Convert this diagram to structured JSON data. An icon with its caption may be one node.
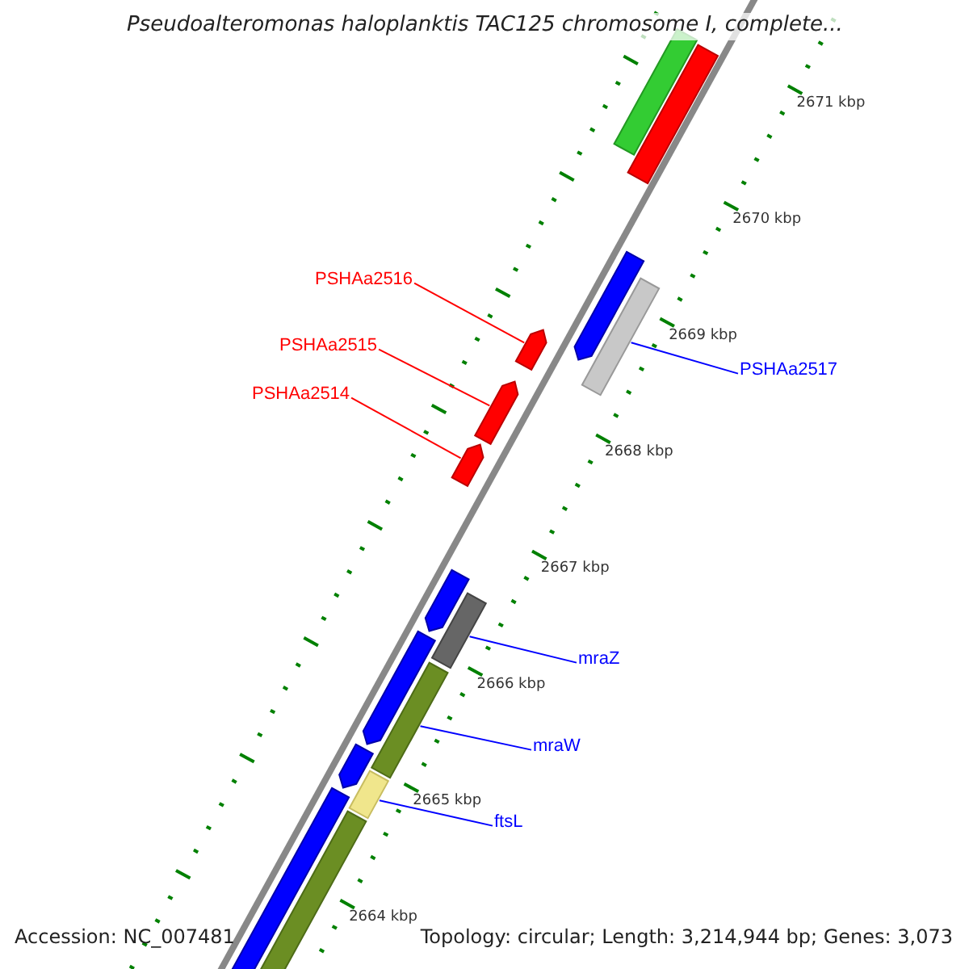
{
  "diagram": {
    "title": "Pseudoalteromonas haloplanktis TAC125 chromosome I, complete...",
    "nodes": [
      {
        "text": [
          "PSHAa2516"
        ]
      },
      {
        "text": [
          "PSHAa2515"
        ]
      },
      {
        "text": [
          "PSHAa2517"
        ]
      },
      {
        "text": [
          "PSHAa2514"
        ]
      },
      {
        "text": [
          "mraZ"
        ]
      },
      {
        "text": [
          "mraW"
        ]
      },
      {
        "text": [
          "ftsL"
        ]
      },
      {
        "text": [],
        "shape": "bar"
      },
      {
        "text": [],
        "shape": "bar"
      },
      {
        "text": [],
        "shape": "pentagon"
      },
      {
        "text": [],
        "shape": "bar"
      },
      {
        "text": [],
        "shape": "pentagon"
      },
      {
        "text": [],
        "shape": "pentagon"
      },
      {
        "text": [],
        "shape": "pentagon"
      },
      {
        "text": [],
        "shape": "pentagon"
      },
      {
        "text": [],
        "shape": "bar"
      },
      {
        "text": [],
        "shape": "pentagon"
      },
      {
        "text": [],
        "shape": "bar"
      },
      {
        "text": [],
        "shape": "pentagon"
      },
      {
        "text": [],
        "shape": "bar"
      },
      {
        "text": [],
        "shape": "bar"
      },
      {
        "text": [],
        "shape": "bar"
      }
    ],
    "edges": [
      {
        "from": 0,
        "to": 11,
        "arrow": "none",
        "color": "#ff0000"
      },
      {
        "from": 1,
        "to": 12,
        "arrow": "none",
        "color": "#ff0000"
      },
      {
        "from": 2,
        "to": 10,
        "arrow": "none"
      },
      {
        "from": 3,
        "to": 13,
        "arrow": "none",
        "color": "#ff0000"
      },
      {
        "from": 4,
        "to": 15,
        "arrow": "none"
      },
      {
        "from": 5,
        "to": 17,
        "arrow": "none"
      },
      {
        "from": 6,
        "to": 19,
        "arrow": "none"
      }
    ],
    "labels": [
      "2671 kbp",
      "2670 kbp",
      "2669 kbp",
      "2668 kbp",
      "2667 kbp",
      "2666 kbp",
      "2665 kbp",
      "2664 kbp",
      "Accession: NC_007481",
      "Topology: circular; Length: 3,214,944 bp; Genes: 3,073"
    ]
  }
}
